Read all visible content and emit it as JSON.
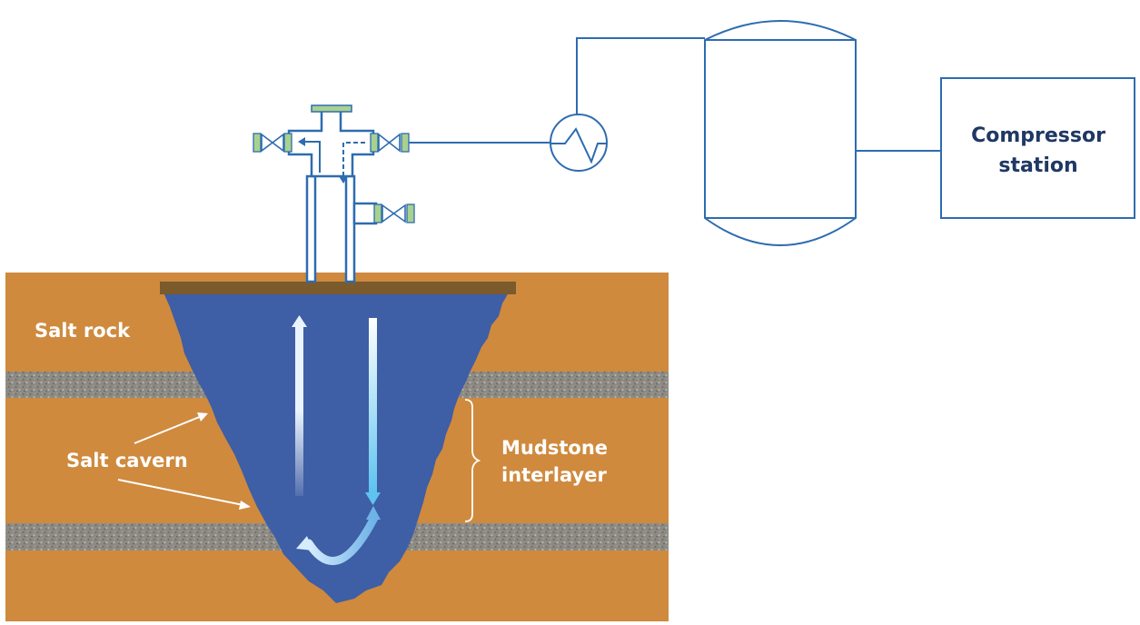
{
  "labels": {
    "salt_rock": "Salt rock",
    "salt_cavern": "Salt cavern",
    "mudstone_line1": "Mudstone",
    "mudstone_line2": "interlayer",
    "compressor_line1": "Compressor",
    "compressor_line2": "station"
  },
  "colors": {
    "salt_rock": "#cf8a3e",
    "mudstone": "#8d8a84",
    "cavern_brine": "#3e5ea6",
    "cap_plate": "#7b5a2c",
    "pipe_line": "#2e6cb0",
    "valve_green": "#a9d18e",
    "label_dark": "#1f3864"
  }
}
